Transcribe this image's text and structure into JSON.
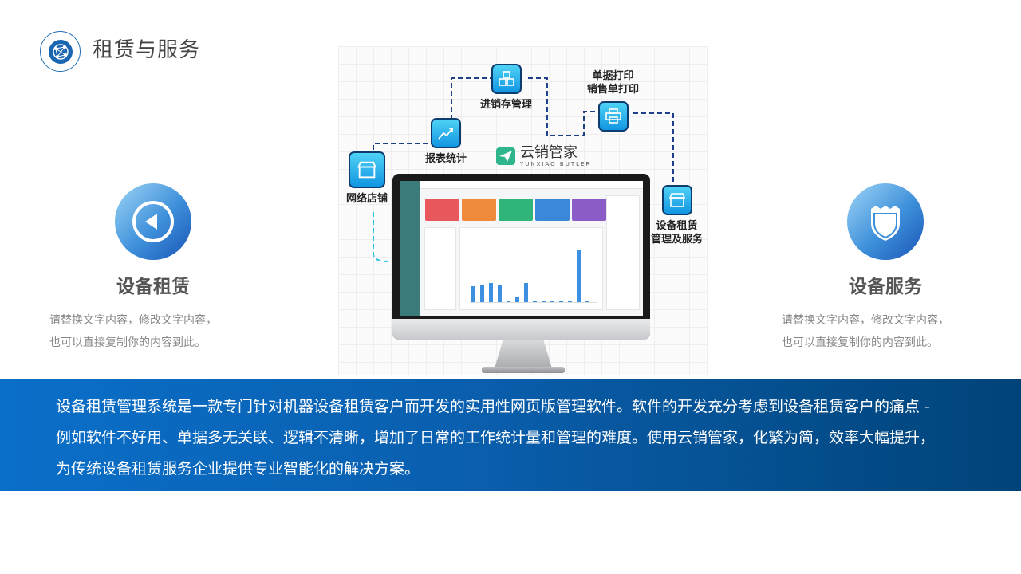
{
  "header": {
    "title": "租赁与服务"
  },
  "left_feature": {
    "title": "设备租赁",
    "desc_line1": "请替换文字内容，修改文字内容，",
    "desc_line2": "也可以直接复制你的内容到此。"
  },
  "right_feature": {
    "title": "设备服务",
    "desc_line1": "请替换文字内容，修改文字内容，",
    "desc_line2": "也可以直接复制你的内容到此。"
  },
  "illustration": {
    "brand_name": "云销管家",
    "brand_sub": "YUNXIAO BUTLER",
    "nodes": {
      "inventory": "进销存管理",
      "print_line1": "单据打印",
      "print_line2": "销售单打印",
      "stats": "报表统计",
      "shop": "网络店铺",
      "rental_line1": "设备租赁",
      "rental_line2": "管理及服务"
    },
    "dashboard_bars": [
      0.25,
      0.28,
      0.3,
      0.26,
      0,
      0.08,
      0.3,
      0,
      0,
      0.03,
      0.03,
      0.03,
      0.82,
      0.03
    ]
  },
  "banner": {
    "text": "设备租赁管理系统是一款专门针对机器设备租赁客户而开发的实用性网页版管理软件。软件的开发充分考虑到设备租赁客户的痛点 - 例如软件不好用、单据多无关联、逻辑不清晰，增加了日常的工作统计量和管理的难度。使用云销管家，化繁为简，效率大幅提升，为传统设备租赁服务企业提供专业智能化的解决方案。"
  },
  "colors": {
    "accent_blue": "#0a6fc9",
    "banner_dark": "#004378",
    "node_cyan": "#1296e2"
  }
}
